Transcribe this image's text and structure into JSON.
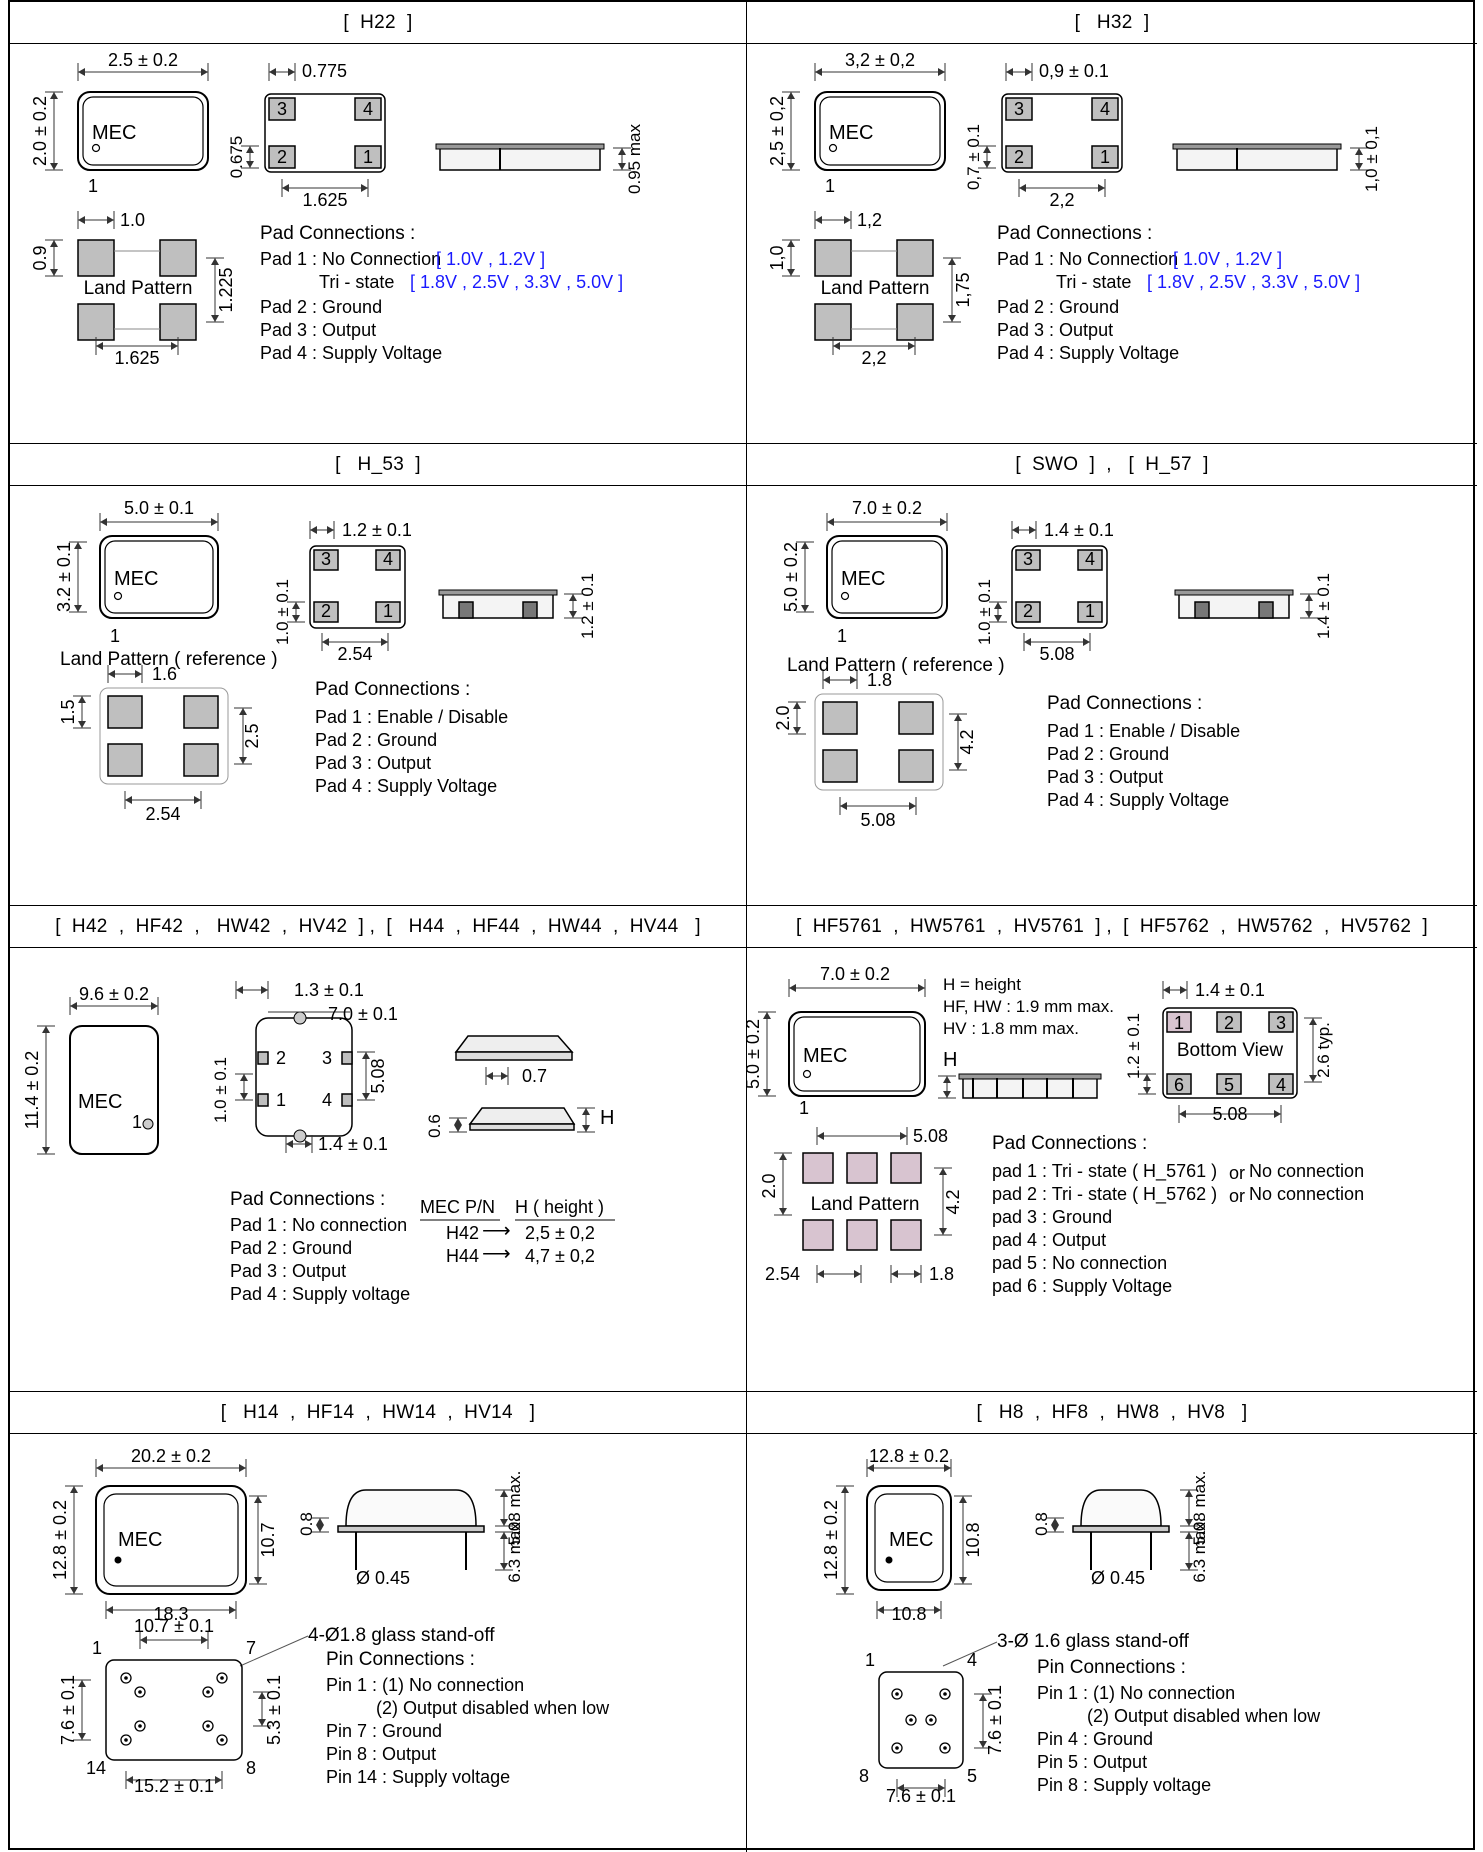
{
  "colors": {
    "pad_fill": "#bfbfbf",
    "pad_fill_pink": "#d8c4d0",
    "dim_line": "#000000",
    "blue_text": "#1a1aff"
  },
  "sections": [
    {
      "title": "[  H22  ]",
      "body_dim": "2.5 ± 0.2",
      "body_side": "2.0 ± 0.2",
      "body_mark": "MEC",
      "pin1": "1",
      "pad_pitch": "0.775",
      "pad_side": "0.675",
      "pad_span": "1.625",
      "height": "0.95 max",
      "pad_nums": [
        "3",
        "4",
        "2",
        "1"
      ],
      "land_pitch": "1.0",
      "land_h": "0.9",
      "land_span_v": "1.225",
      "land_span_h": "1.625",
      "land_label": "Land Pattern",
      "conn_title": "Pad Connections :",
      "conn_lines": [
        "Pad 1 : No Connection",
        "Tri - state",
        "Pad 2 : Ground",
        "Pad 3 : Output",
        "Pad 4 : Supply Voltage"
      ],
      "conn_blue": [
        "[ 1.0V , 1.2V ]",
        "[ 1.8V , 2.5V , 3.3V , 5.0V ]"
      ]
    },
    {
      "title": "[   H32  ]",
      "body_dim": "3,2 ± 0,2",
      "body_side": "2,5 ± 0,2",
      "body_mark": "MEC",
      "pin1": "1",
      "pad_pitch": "0,9 ± 0.1",
      "pad_side": "0,7 ± 0.1",
      "pad_span": "2,2",
      "height": "1,0 ± 0,1",
      "pad_nums": [
        "3",
        "4",
        "2",
        "1"
      ],
      "land_pitch": "1,2",
      "land_h": "1,0",
      "land_span_v": "1,75",
      "land_span_h": "2,2",
      "land_label": "Land Pattern",
      "conn_title": "Pad Connections :",
      "conn_lines": [
        "Pad 1 : No Connection",
        "Tri - state",
        "Pad 2 : Ground",
        "Pad 3 : Output",
        "Pad 4 : Supply Voltage"
      ],
      "conn_blue": [
        "[ 1.0V , 1.2V ]",
        "[ 1.8V , 2.5V , 3.3V , 5.0V ]"
      ]
    },
    {
      "title": "[   H_53  ]",
      "body_dim": "5.0 ± 0.1",
      "body_side": "3.2 ± 0.1",
      "body_mark": "MEC",
      "pin1": "1",
      "pad_pitch": "1.2 ± 0.1",
      "pad_side": "1.0 ± 0.1",
      "pad_span": "2.54",
      "height": "1.2 ± 0.1",
      "pad_nums": [
        "3",
        "4",
        "2",
        "1"
      ],
      "land_title": "Land Pattern ( reference )",
      "land_pitch": "1.6",
      "land_h": "1.5",
      "land_span_v": "2.5",
      "land_span_h": "2.54",
      "conn_title": "Pad Connections :",
      "conn_lines": [
        "Pad 1 : Enable / Disable",
        "Pad 2 : Ground",
        "Pad 3 : Output",
        "Pad 4 : Supply Voltage"
      ]
    },
    {
      "title": "[  SWO  ]  ,   [  H_57  ]",
      "body_dim": "7.0 ± 0.2",
      "body_side": "5.0 ± 0.2",
      "body_mark": "MEC",
      "pin1": "1",
      "pad_pitch": "1.4 ± 0.1",
      "pad_side": "1.0 ± 0.1",
      "pad_span": "5.08",
      "height": "1.4 ± 0.1",
      "pad_nums": [
        "3",
        "4",
        "2",
        "1"
      ],
      "land_title": "Land Pattern ( reference )",
      "land_pitch": "1.8",
      "land_h": "2.0",
      "land_span_v": "4.2",
      "land_span_h": "5.08",
      "conn_title": "Pad Connections :",
      "conn_lines": [
        "Pad 1 : Enable / Disable",
        "Pad 2 : Ground",
        "Pad 3 : Output",
        "Pad 4 : Supply Voltage"
      ]
    },
    {
      "title": "[  H42  ,  HF42  ,   HW42  ,  HV42  ] ,  [   H44  ,  HF44  ,  HW44  ,  HV44   ]",
      "body_dim": "9.6 ± 0.2",
      "body_side": "11.4 ± 0.2",
      "body_mark": "MEC",
      "pin1": "1",
      "pad_pitch": "1.3 ± 0.1",
      "pad_pitch2": "7.0 ± 0.1",
      "pad_side": "1.0 ± 0.1",
      "pad_span_v": "5.08",
      "pad_bottom": "1.4 ± 0.1",
      "pad_nums": [
        "2",
        "3",
        "1",
        "4"
      ],
      "side_dim": "0.7",
      "lead_dim": "0.6",
      "h_label": "H",
      "conn_title": "Pad Connections :",
      "conn_lines": [
        "Pad 1 : No connection",
        "Pad 2 : Ground",
        "Pad 3 : Output",
        "Pad 4 : Supply voltage"
      ],
      "pn_head": "MEC P/N",
      "h_head": "H ( height )",
      "pn_rows": [
        {
          "pn": "H42",
          "h": "2,5 ± 0,2"
        },
        {
          "pn": "H44",
          "h": "4,7 ± 0,2"
        }
      ]
    },
    {
      "title": "[  HF5761  ,  HW5761  ,  HV5761  ] ,  [  HF5762  ,  HW5762  ,  HV5762  ]",
      "body_dim": "7.0 ± 0.2",
      "body_side": "5.0 ± 0.2",
      "body_mark": "MEC",
      "pin1": "1",
      "notes": [
        "H = height",
        "HF, HW : 1.9 mm max.",
        "HV : 1.8 mm max."
      ],
      "h_label": "H",
      "bottom_pitch": "1.4 ± 0.1",
      "bottom_side": "1.2 ± 0.1",
      "bottom_typ": "2.6 typ.",
      "bottom_label": "Bottom View",
      "bottom_span": "5.08",
      "pad_nums": [
        "1",
        "2",
        "3",
        "6",
        "5",
        "4"
      ],
      "land_span_top": "5.08",
      "land_h": "2.0",
      "land_span_v": "4.2",
      "land_pitch": "2.54",
      "land_pitch2": "1.8",
      "land_label": "Land Pattern",
      "conn_title": "Pad Connections :",
      "conn_lines": [
        {
          "a": "pad 1 : Tri - state ( H_5761 )",
          "b": "or",
          "c": "No connection"
        },
        {
          "a": "pad 2 : Tri - state ( H_5762 )",
          "b": "or",
          "c": "No connection"
        },
        {
          "a": "pad 3 : Ground",
          "b": "",
          "c": ""
        },
        {
          "a": "pad 4 : Output",
          "b": "",
          "c": ""
        },
        {
          "a": "pad 5 : No connection",
          "b": "",
          "c": ""
        },
        {
          "a": "pad 6 : Supply Voltage",
          "b": "",
          "c": ""
        }
      ]
    },
    {
      "title": "[   H14  ,  HF14  ,  HW14  ,  HV14   ]",
      "body_dim": "20.2 ± 0.2",
      "body_side": "12.8 ± 0.2",
      "body_inner": "10.7",
      "body_bottom": "18.3",
      "body_mark": "MEC",
      "lead_dim": "0.8",
      "lead_dia": "Ø 0.45",
      "h_max": "5.08 max.",
      "lead_max": "6.3 max.",
      "standoff": "4-Ø1.8 glass stand-off",
      "pin_pitch": "10.7 ± 0.1",
      "pin_side": "7.6 ± 0.1",
      "pin_side2": "5.3 ± 0.1",
      "pin_bottom": "15.2 ± 0.1",
      "pin_nums": [
        "1",
        "7",
        "14",
        "8"
      ],
      "conn_title": "Pin Connections :",
      "conn_lines": [
        "Pin 1 : (1) No connection",
        "(2) Output disabled when low",
        "Pin 7 : Ground",
        "Pin 8 : Output",
        "Pin 14 : Supply voltage"
      ]
    },
    {
      "title": "[   H8  ,  HF8  ,  HW8  ,  HV8   ]",
      "body_dim": "12.8 ± 0.2",
      "body_side": "12.8 ± 0.2",
      "body_inner": "10.8",
      "body_bottom": "10.8",
      "body_mark": "MEC",
      "lead_dim": "0.8",
      "lead_dia": "Ø 0.45",
      "h_max": "5.08 max.",
      "lead_max": "6.3 max.",
      "standoff": "3-Ø 1.6 glass stand-off",
      "pin_side": "7.6 ± 0.1",
      "pin_bottom": "7.6 ± 0.1",
      "pin_nums": [
        "1",
        "4",
        "8",
        "5"
      ],
      "conn_title": "Pin Connections :",
      "conn_lines": [
        "Pin 1 : (1) No connection",
        "(2) Output disabled when low",
        "Pin 4 : Ground",
        "Pin 5 : Output",
        "Pin 8 : Supply voltage"
      ]
    }
  ]
}
